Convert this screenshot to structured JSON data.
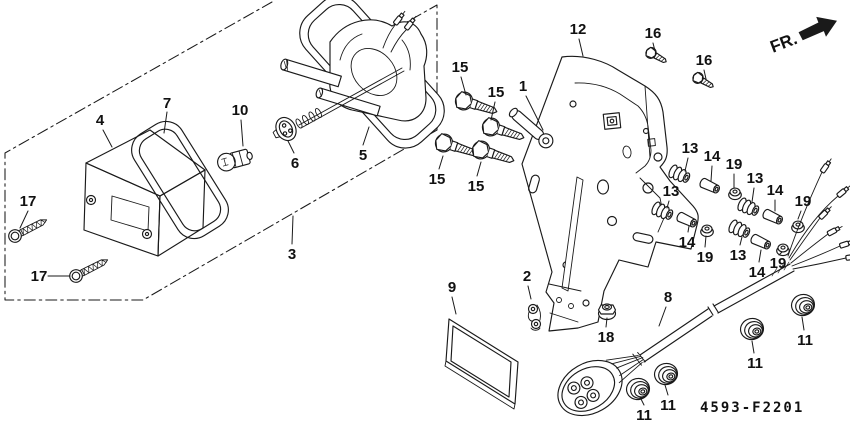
{
  "drawing": {
    "fr_label": "FR.",
    "part_code": "4593-F2201",
    "colors": {
      "ink": "#1a1a1a",
      "background": "#ffffff"
    },
    "callouts": [
      "4",
      "7",
      "10",
      "17",
      "17",
      "3",
      "5",
      "6",
      "15",
      "15",
      "15",
      "15",
      "1",
      "12",
      "16",
      "16",
      "13",
      "14",
      "19",
      "13",
      "14",
      "19",
      "13",
      "14",
      "19",
      "13",
      "14",
      "19",
      "2",
      "18",
      "9",
      "8",
      "11",
      "11",
      "11",
      "11"
    ]
  }
}
